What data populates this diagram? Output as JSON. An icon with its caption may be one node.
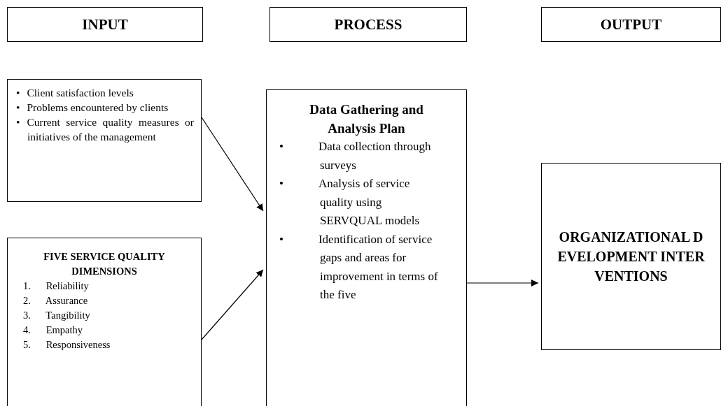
{
  "diagram": {
    "nodes": [
      {
        "text": [
          "INPUT"
        ]
      },
      {
        "text": [
          "PROCESS"
        ]
      },
      {
        "text": [
          "OUTPUT"
        ]
      },
      {
        "text": [
          "• Client satisfaction levels",
          "• Problems encountered by clients",
          "• Current service quality measures or initiatives of the management"
        ]
      },
      {
        "text": [
          "FIVE SERVICE QUALITY DIMENSIONS",
          "1. Reliability",
          "2. Assurance",
          "3. Tangibility",
          "4. Empathy",
          "5. Responsiveness"
        ]
      },
      {
        "text": [
          "Data Gathering and Analysis Plan",
          "• Data collection through surveys",
          "• Analysis of service quality using SERVQUAL models",
          "• Identification of service gaps and areas for improvement in terms of the five"
        ]
      },
      {
        "text": [
          "ORGANIZATIONAL DEVELOPMENT INTERVENTIONS"
        ]
      }
    ],
    "edges": [
      {
        "from": 3,
        "to": 5,
        "arrow": "to"
      },
      {
        "from": 4,
        "to": 5,
        "arrow": "to"
      },
      {
        "from": 5,
        "to": 6,
        "arrow": "to"
      }
    ]
  }
}
